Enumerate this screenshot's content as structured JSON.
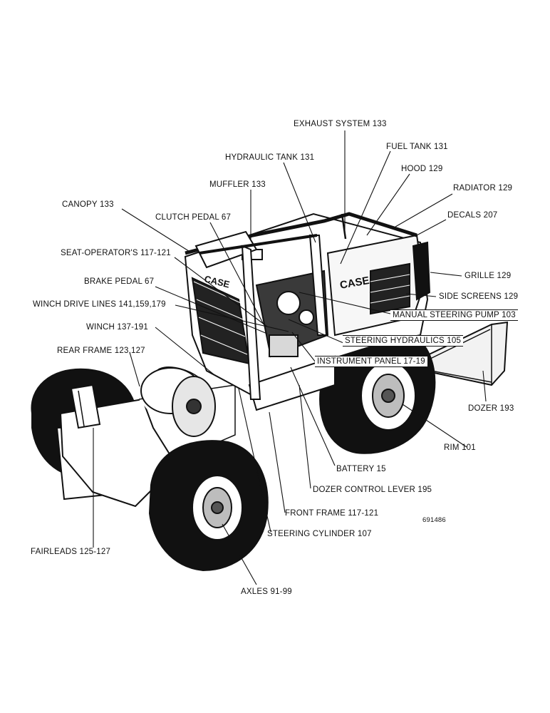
{
  "labels": {
    "exhaust_system": "EXHAUST SYSTEM 133",
    "fuel_tank": "FUEL TANK 131",
    "hydraulic_tank": "HYDRAULIC TANK 131",
    "hood": "HOOD 129",
    "muffler": "MUFFLER 133",
    "radiator": "RADIATOR 129",
    "canopy": "CANOPY 133",
    "clutch_pedal": "CLUTCH PEDAL  67",
    "decals": "DECALS 207",
    "seat_operator": "SEAT-OPERATOR'S 117-121",
    "grille": "GRILLE 129",
    "brake_pedal": "BRAKE PEDAL 67",
    "side_screens": "SIDE SCREENS 129",
    "winch_drive_lines": "WINCH DRIVE LINES 141,159,179",
    "manual_steering_pump": "MANUAL STEERING PUMP 103",
    "winch": "WINCH 137-191",
    "steering_hydraulics": "STEERING HYDRAULICS 105",
    "rear_frame": "REAR FRAME 123,127",
    "instrument_panel": "INSTRUMENT PANEL 17-19",
    "dozer": "DOZER 193",
    "rim": "RIM 101",
    "battery": "BATTERY 15",
    "dozer_control_lever": "DOZER  CONTROL  LEVER 195",
    "front_frame": "FRONT FRAME 117-121",
    "figure_number": "691486",
    "steering_cylinder": "STEERING CYLINDER 107",
    "fairleads": "FAIRLEADS 125-127",
    "axles": "AXLES 91-99"
  },
  "machine_brand": "CASE"
}
